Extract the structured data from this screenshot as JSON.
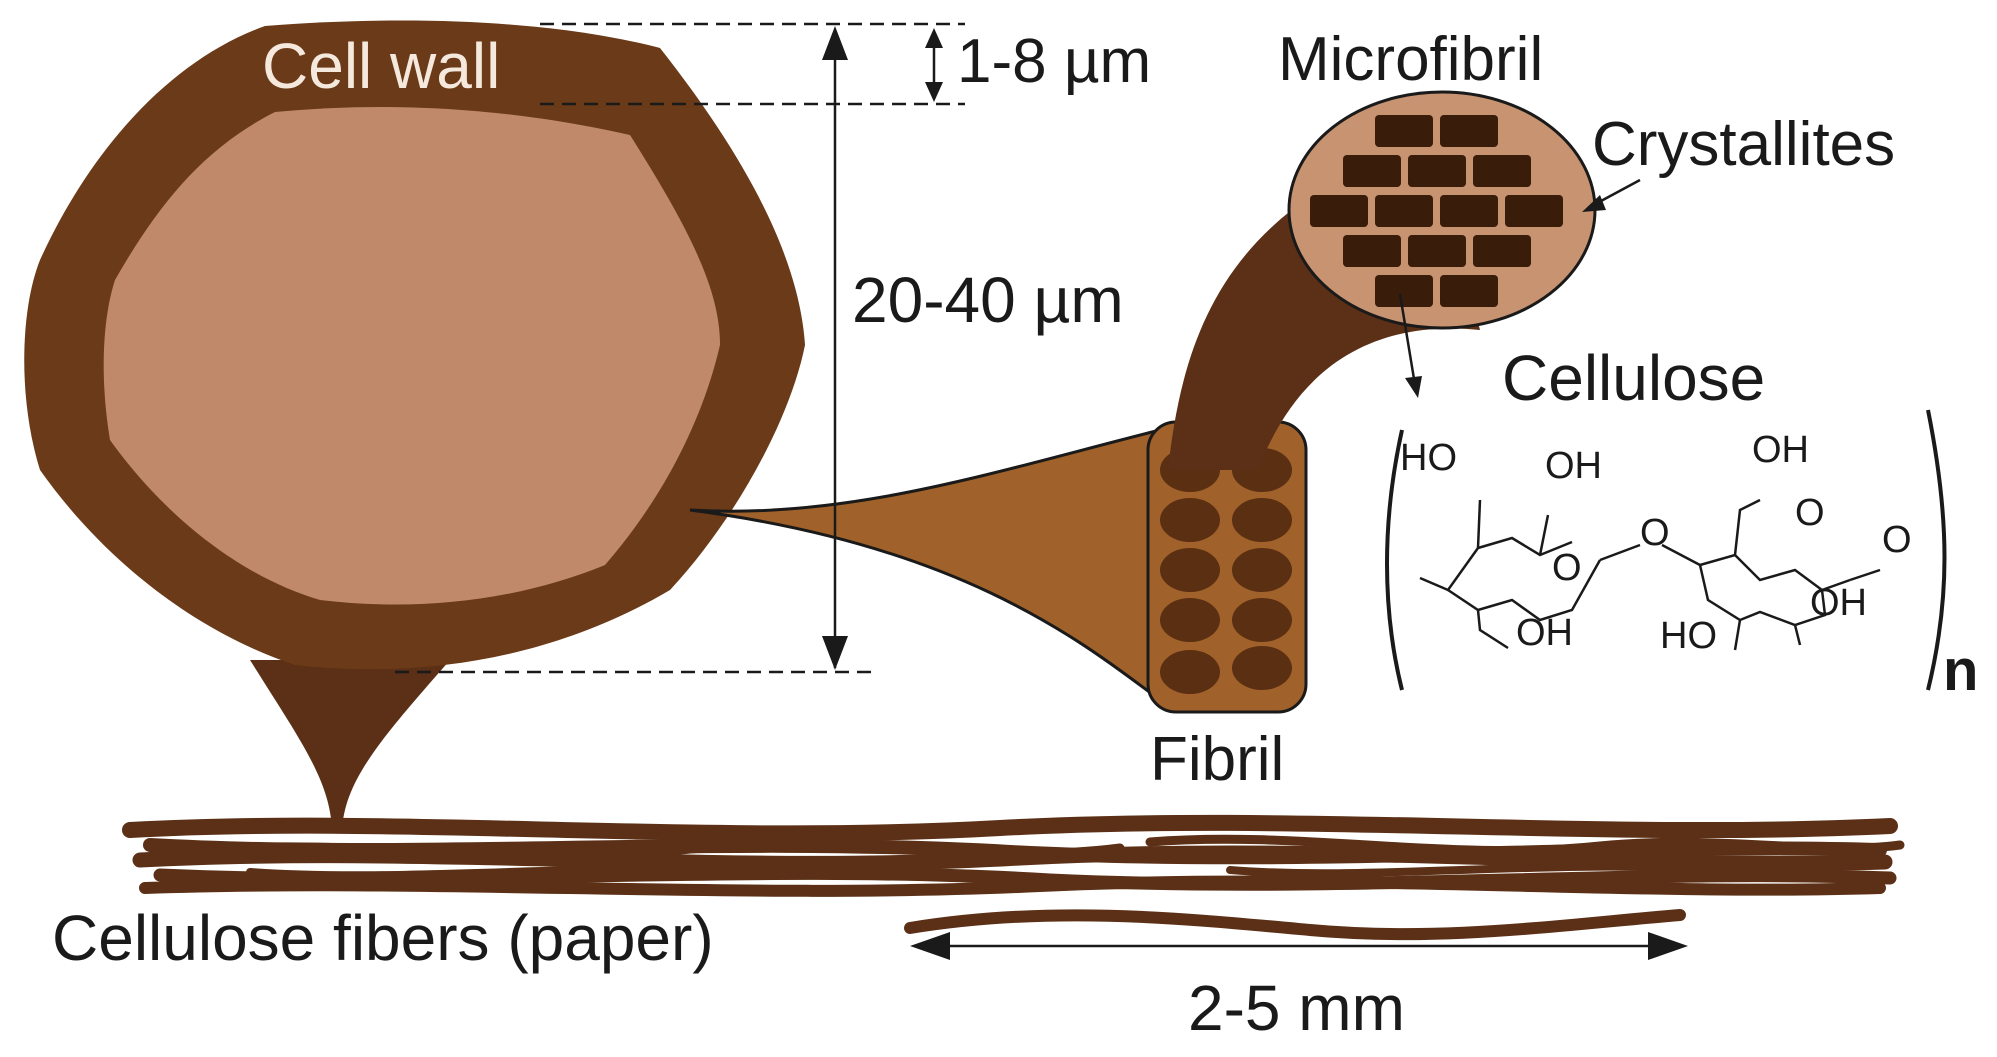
{
  "labels": {
    "cell_wall": "Cell wall",
    "wall_thickness": "1-8 µm",
    "diameter": "20-40 µm",
    "microfibril": "Microfibril",
    "crystallites": "Crystallites",
    "cellulose": "Cellulose",
    "fibril": "Fibril",
    "fibers": "Cellulose fibers (paper)",
    "fiber_length": "2-5 mm"
  },
  "chem": {
    "ho_1": "HO",
    "oh_1": "OH",
    "o_ring_1": "O",
    "o_bridge": "O",
    "oh_2": "OH",
    "oh_3": "OH",
    "o_ring_2": "O",
    "o_end": "O",
    "ho_2": "HO",
    "oh_4": "OH",
    "subscript": "n"
  },
  "colors": {
    "wall_dark": "#6b3a18",
    "lumen": "#c0896a",
    "fibril_fill": "#a0622a",
    "fibril_cell": "#5a2f12",
    "micro_fill": "#c79370",
    "crystallite": "#3a1c0a",
    "stem": "#5b3016",
    "fibers": "#5b3016"
  }
}
